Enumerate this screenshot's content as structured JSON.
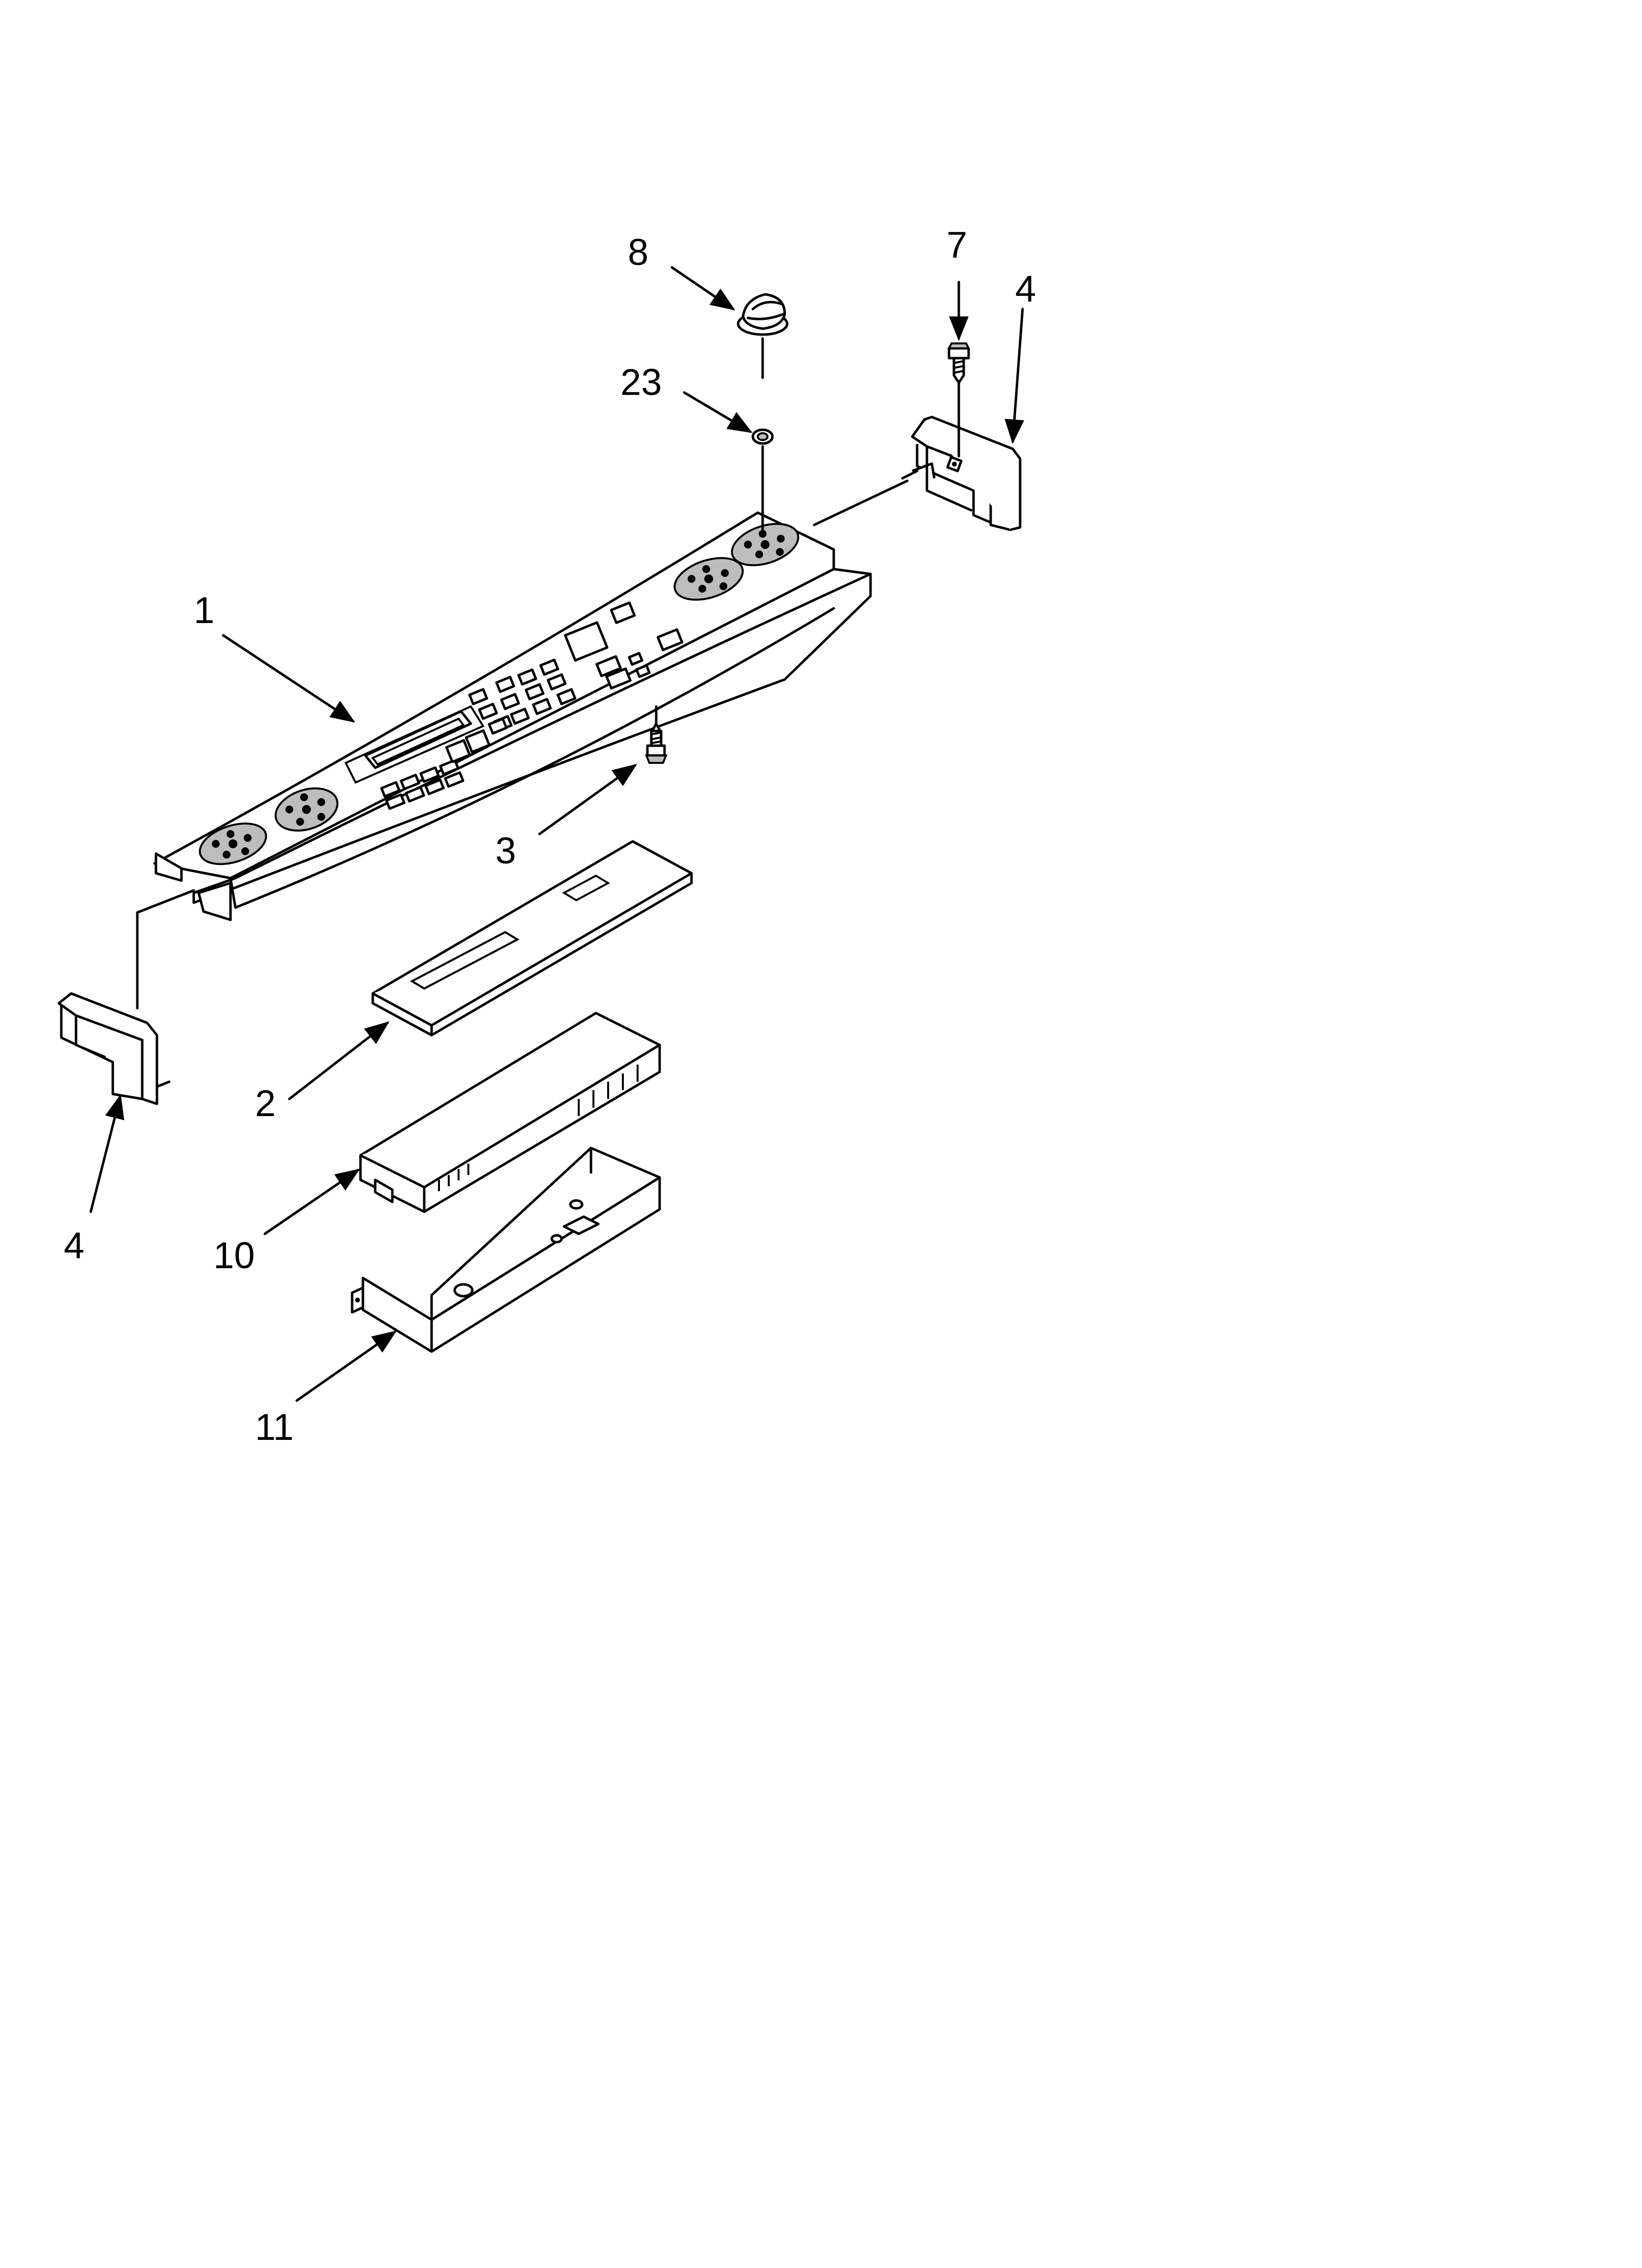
{
  "callouts": {
    "c1": "1",
    "c2": "2",
    "c3": "3",
    "c4_right": "4",
    "c4_left": "4",
    "c7": "7",
    "c8": "8",
    "c10": "10",
    "c11": "11",
    "c23": "23"
  }
}
